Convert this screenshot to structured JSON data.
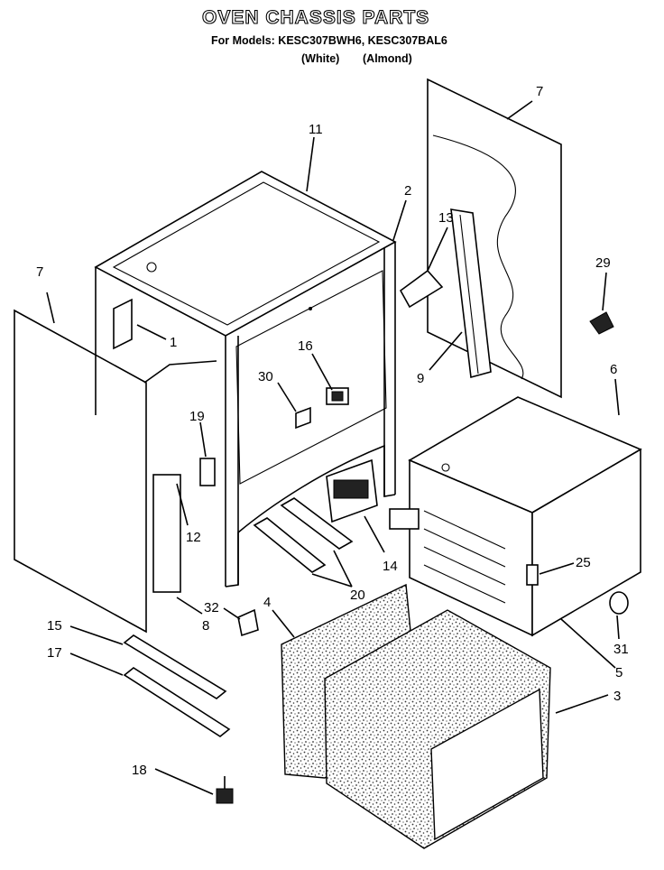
{
  "header": {
    "title": "OVEN CHASSIS PARTS",
    "models_line": "For Models: KESC307BWH6, KESC307BAL6",
    "color_white": "(White)",
    "color_almond": "(Almond)"
  },
  "callouts": [
    {
      "id": "c7a",
      "label": "7"
    },
    {
      "id": "c11",
      "label": "11"
    },
    {
      "id": "c2",
      "label": "2"
    },
    {
      "id": "c13",
      "label": "13"
    },
    {
      "id": "c7b",
      "label": "7"
    },
    {
      "id": "c29",
      "label": "29"
    },
    {
      "id": "c1",
      "label": "1"
    },
    {
      "id": "c16",
      "label": "16"
    },
    {
      "id": "c30",
      "label": "30"
    },
    {
      "id": "c9",
      "label": "9"
    },
    {
      "id": "c6",
      "label": "6"
    },
    {
      "id": "c19",
      "label": "19"
    },
    {
      "id": "c12",
      "label": "12"
    },
    {
      "id": "c14",
      "label": "14"
    },
    {
      "id": "c25",
      "label": "25"
    },
    {
      "id": "c20",
      "label": "20"
    },
    {
      "id": "c32",
      "label": "32"
    },
    {
      "id": "c4",
      "label": "4"
    },
    {
      "id": "c8",
      "label": "8"
    },
    {
      "id": "c15",
      "label": "15"
    },
    {
      "id": "c17",
      "label": "17"
    },
    {
      "id": "c31",
      "label": "31"
    },
    {
      "id": "c5",
      "label": "5"
    },
    {
      "id": "c3",
      "label": "3"
    },
    {
      "id": "c18",
      "label": "18"
    }
  ]
}
